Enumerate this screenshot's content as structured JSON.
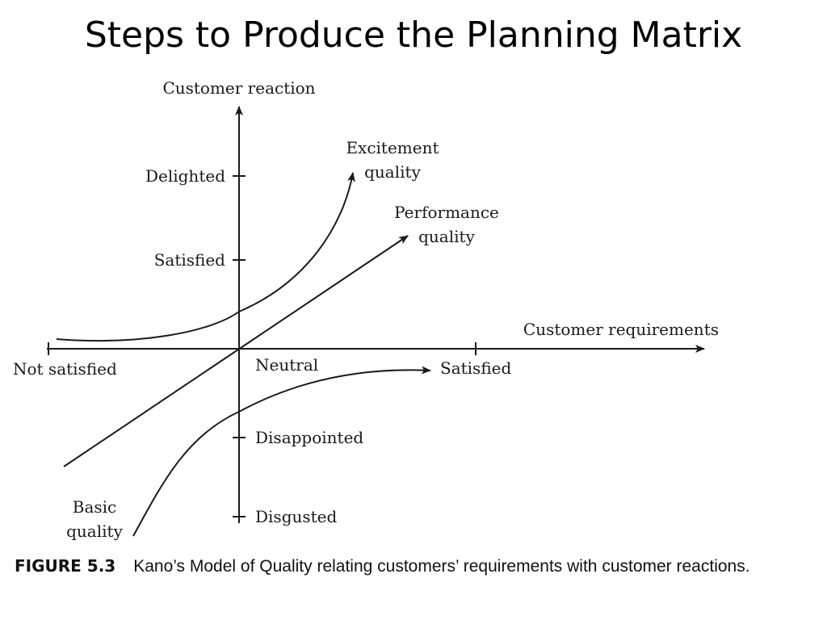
{
  "title": "Steps to Produce the Planning Matrix",
  "diagram": {
    "y_axis_label": "Customer reaction",
    "x_axis_label": "Customer requirements",
    "y_ticks": {
      "delighted": "Delighted",
      "satisfied": "Satisfied",
      "disappointed": "Disappointed",
      "disgusted": "Disgusted"
    },
    "x_ticks": {
      "not_satisfied": "Not satisfied",
      "neutral": "Neutral",
      "satisfied": "Satisfied"
    },
    "curves": {
      "excitement": [
        "Excitement",
        "quality"
      ],
      "performance": [
        "Performance",
        "quality"
      ],
      "basic": [
        "Basic",
        "quality"
      ]
    }
  },
  "caption": {
    "figure_number": "FIGURE 5.3",
    "text": "Kano’s Model of Quality relating customers’ requirements with customer reactions."
  },
  "colors": {
    "line": "#1a1a1a",
    "text": "#1a1a1a"
  }
}
